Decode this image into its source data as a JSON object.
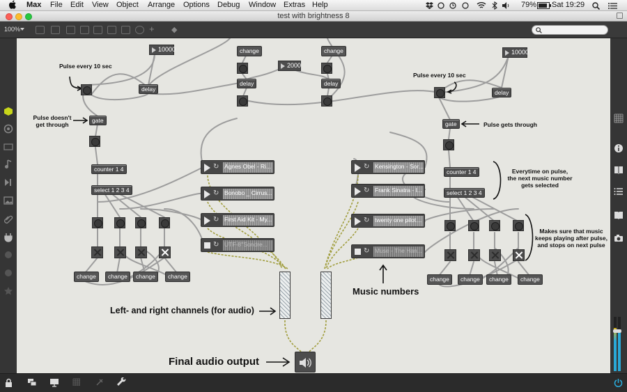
{
  "menubar": {
    "app_name": "Max",
    "menus": [
      "File",
      "Edit",
      "View",
      "Object",
      "Arrange",
      "Options",
      "Debug",
      "Window",
      "Extras",
      "Help"
    ],
    "battery": "79%",
    "clock": "Sat 19:29"
  },
  "window": {
    "title": "test with brightness 8",
    "zoom": "100%"
  },
  "patch": {
    "numbers": {
      "left": "10000",
      "right": "10000",
      "middle": "2000"
    },
    "delay_label": "delay",
    "gate_label": "gate",
    "counter_label": "counter 1 4",
    "select_label": "select 1 2 3 4",
    "change_label": "change",
    "players_left": [
      "Agnes Obel - Ri...",
      "Bonobo _ Cirrus...",
      "First Aid Kit - My...",
      "UTF-8''Sondre..."
    ],
    "players_right": [
      "Kensington - Sor...",
      "Frank Sinatra - I...",
      "twenty one pilots...",
      "Muse - The Han..."
    ]
  },
  "comments": {
    "pulse_left": "Pulse every 10 sec",
    "pulse_right": "Pulse every 10 sec",
    "no_pulse_1": "Pulse doesn't",
    "no_pulse_2": "get through",
    "pulse_gets": "Pulse gets through",
    "everytime_1": "Everytime on pulse,",
    "everytime_2": "the next music number",
    "everytime_3": "gets selected",
    "makes_1": "Makes sure that music",
    "makes_2": "keeps playing after pulse,",
    "makes_3": "and stops on next pulse",
    "music_numbers": "Music numbers",
    "channels": "Left- and right channels (for audio)",
    "final_output": "Final audio output"
  },
  "colors": {
    "canvas": "#e6e6e1",
    "object": "#4d4d4d",
    "patchcord": "#9a9a9a",
    "signal_cord": "#9c9a3a",
    "meter_accent": "#2aa9d8"
  }
}
